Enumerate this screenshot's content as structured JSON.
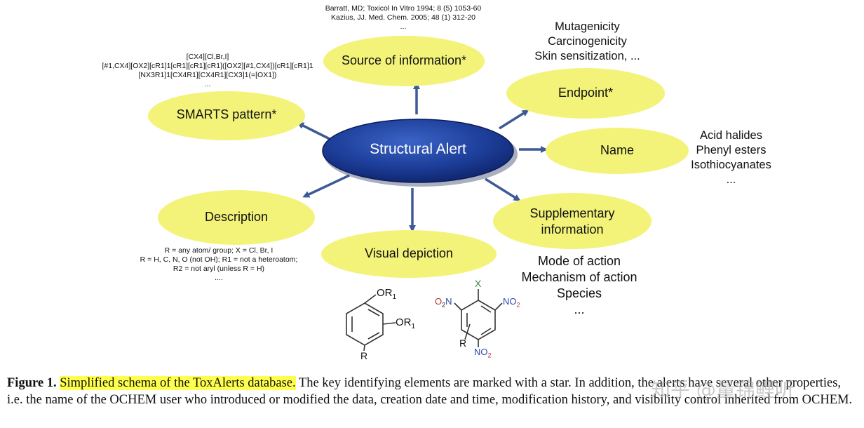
{
  "center": {
    "label": "Structural Alert"
  },
  "nodes": {
    "source": "Source of information*",
    "endpoint": "Endpoint*",
    "name": "Name",
    "supplementary": "Supplementary information",
    "visual": "Visual depiction",
    "description": "Description",
    "smarts": "SMARTS pattern*"
  },
  "annotations": {
    "source_refs": [
      "Barratt, MD; Toxicol In Vitro 1994; 8 (5) 1053-60",
      "Kazius, JJ. Med. Chem. 2005; 48 (1) 312-20",
      "..."
    ],
    "endpoints": [
      "Mutagenicity",
      "Carcinogenicity",
      "Skin sensitization, ..."
    ],
    "names": [
      "Acid halides",
      "Phenyl esters",
      "Isothiocyanates",
      "..."
    ],
    "supplementary_items": [
      "Mode of action",
      "Mechanism of action",
      "Species",
      "..."
    ],
    "description_lines": [
      "R = any atom/ group; X = Cl, Br, I",
      "R = H, C, N, O (not OH); R1 = not a heteroatom;",
      "R2 = not aryl (unless R = H)",
      "...."
    ],
    "smarts_lines": [
      "[CX4][Cl,Br,I]",
      "[#1,CX4][OX2][cR1]1[cR1][cR1][cR1]([OX2][#1,CX4])[cR1][cR1]1",
      "[NX3R1]1[CX4R1][CX4R1][CX3]1(=[OX1])",
      "..."
    ]
  },
  "molecules": {
    "left": {
      "substituent_top": "OR",
      "substituent_top_sub": "1",
      "substituent_right": "OR",
      "substituent_right_sub": "1",
      "substituent_bottom": "R"
    },
    "right": {
      "x": "X",
      "no2_left": "O",
      "no2_left_sub": "2",
      "no2_left_n": "N",
      "no2_right": "NO",
      "no2_right_sub": "2",
      "no2_bottom": "NO",
      "no2_bottom_sub": "2",
      "r": "R"
    }
  },
  "caption": {
    "label": "Figure 1.",
    "highlight": "Simplified schema of the ToxAlerts database.",
    "text": " The key identifying elements are marked with a star. In addition, the alerts have several other properties, i.e. the name of the OCHEM user who introduced or modified the data, creation date and time, modification history, and visibility control inherited from OCHEM."
  },
  "watermark": "知乎 @量锦鲤听",
  "colors": {
    "node_fill": "#f3f37a",
    "center_fill": "#1d3f9a",
    "arrow": "#3d5a96",
    "highlight": "#ffff4d"
  }
}
